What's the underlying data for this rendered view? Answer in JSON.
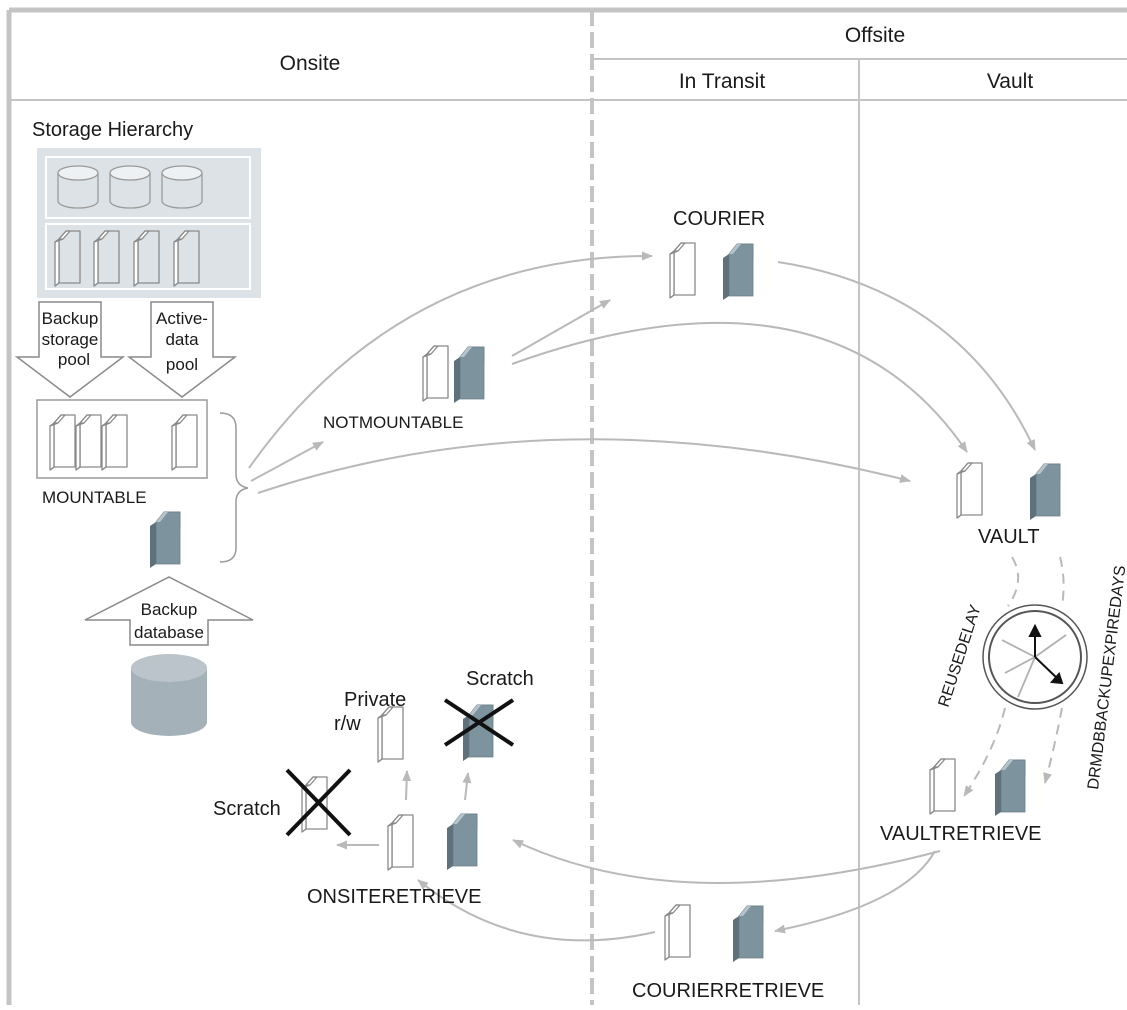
{
  "headers": {
    "onsite": "Onsite",
    "offsite": "Offsite",
    "in_transit": "In Transit",
    "vault": "Vault"
  },
  "storage_hierarchy": {
    "title": "Storage Hierarchy",
    "backup_pool": [
      "Backup",
      "storage",
      "pool"
    ],
    "active_pool": [
      "Active-",
      "data",
      "pool"
    ],
    "backup_database": [
      "Backup",
      "database"
    ]
  },
  "states": {
    "mountable": "MOUNTABLE",
    "notmountable": "NOTMOUNTABLE",
    "courier": "COURIER",
    "vault": "VAULT",
    "vaultretrieve": "VAULTRETRIEVE",
    "courierretrieve": "COURIERRETRIEVE",
    "onsiteretrieve": "ONSITERETRIEVE"
  },
  "scratch": {
    "private": "Private",
    "rw": "r/w",
    "scratch_top": "Scratch",
    "scratch_left": "Scratch"
  },
  "timers": {
    "reusedelay": "REUSEDELAY",
    "drmdb": "DRMDBBACKUPEXPIREDAYS"
  },
  "colors": {
    "frame": "#c4c4c4",
    "arrow": "#b9b9b9",
    "panel": "#dde2e6",
    "vol_dark": "#7d939e",
    "vol_dark_top": "#a9b9c1",
    "db": "#a5b1b8"
  }
}
